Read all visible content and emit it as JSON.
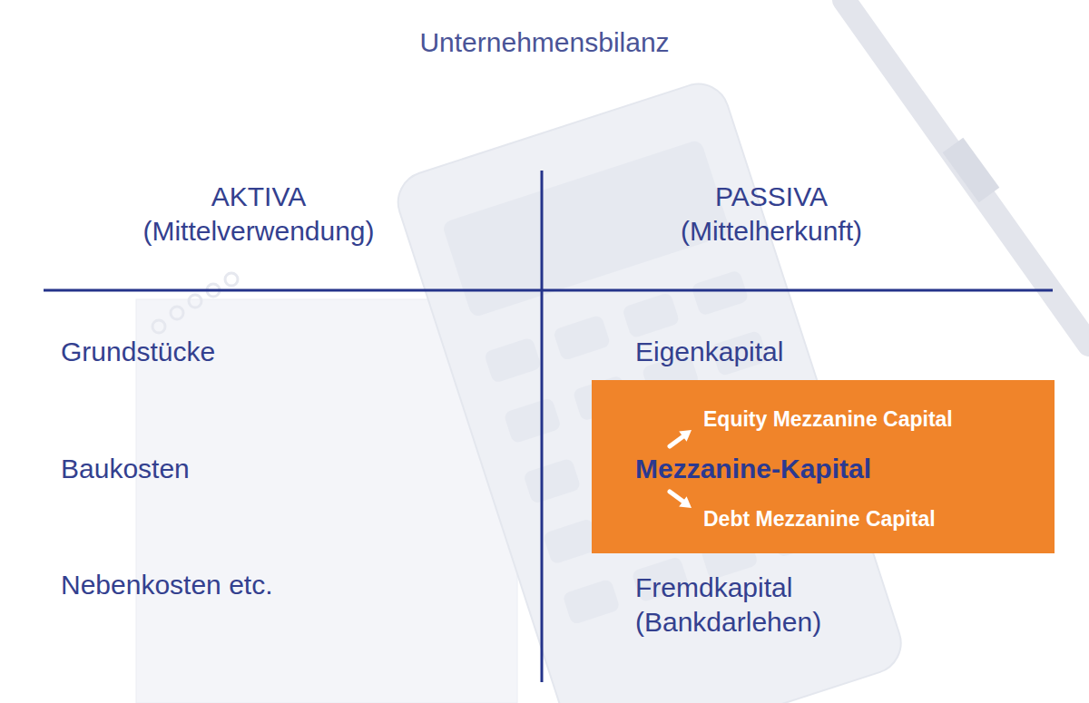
{
  "diagram": {
    "title": "Unternehmensbilanz",
    "nodes": [
      {
        "text": [
          "Equity Mezzanine Capital",
          "Mezzanine-Kapital",
          "Debt Mezzanine Capital"
        ]
      }
    ],
    "labels": [
      "AKTIVA (Mittelverwendung)",
      "PASSIVA (Mittelherkunft)",
      "Grundstücke",
      "Baukosten",
      "Nebenkosten etc.",
      "Eigenkapital",
      "Fremdkapital (Bankdarlehen)"
    ]
  }
}
